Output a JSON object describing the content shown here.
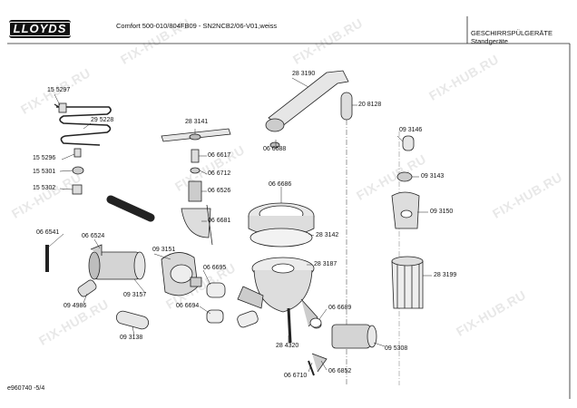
{
  "header": {
    "logo_text": "LLOYDS",
    "model": "Comfort 500-010/804FB09 - SN2NCB2/06-V01,weiss",
    "category": "GESCHIRRSPÜLGERÄTE",
    "subcategory": "Standgeräte"
  },
  "footer": {
    "ref": "e960740 -5/4"
  },
  "watermark": "FIX-HUB.RU",
  "parts": [
    {
      "id": "p1",
      "label": "15 5297"
    },
    {
      "id": "p2",
      "label": "29 5228"
    },
    {
      "id": "p3",
      "label": "15 5296"
    },
    {
      "id": "p4",
      "label": "15 5301"
    },
    {
      "id": "p5",
      "label": "15 5302"
    },
    {
      "id": "p6",
      "label": "28 3141"
    },
    {
      "id": "p7",
      "label": "06 6617"
    },
    {
      "id": "p8",
      "label": "06 6712"
    },
    {
      "id": "p9",
      "label": "06 6526"
    },
    {
      "id": "p10",
      "label": "06 6681"
    },
    {
      "id": "p11",
      "label": "28 3190"
    },
    {
      "id": "p12",
      "label": "20 8128"
    },
    {
      "id": "p13",
      "label": "06 6688"
    },
    {
      "id": "p14",
      "label": "06 6686"
    },
    {
      "id": "p15",
      "label": "28 3142"
    },
    {
      "id": "p16",
      "label": "28 3187"
    },
    {
      "id": "p17",
      "label": "09 3146"
    },
    {
      "id": "p18",
      "label": "09 3143"
    },
    {
      "id": "p19",
      "label": "09 3150"
    },
    {
      "id": "p20",
      "label": "28 3199"
    },
    {
      "id": "p21",
      "label": "06 6541"
    },
    {
      "id": "p22",
      "label": "06 6524"
    },
    {
      "id": "p23",
      "label": "09 3151"
    },
    {
      "id": "p24",
      "label": "06 6695"
    },
    {
      "id": "p25",
      "label": "09 4986"
    },
    {
      "id": "p26",
      "label": "09 3157"
    },
    {
      "id": "p27",
      "label": "06 6694"
    },
    {
      "id": "p28",
      "label": "06 6689"
    },
    {
      "id": "p29",
      "label": "09 3138"
    },
    {
      "id": "p30",
      "label": "28 4320"
    },
    {
      "id": "p31",
      "label": "09 5308"
    },
    {
      "id": "p32",
      "label": "06 6710"
    },
    {
      "id": "p33",
      "label": "06 6852"
    }
  ]
}
